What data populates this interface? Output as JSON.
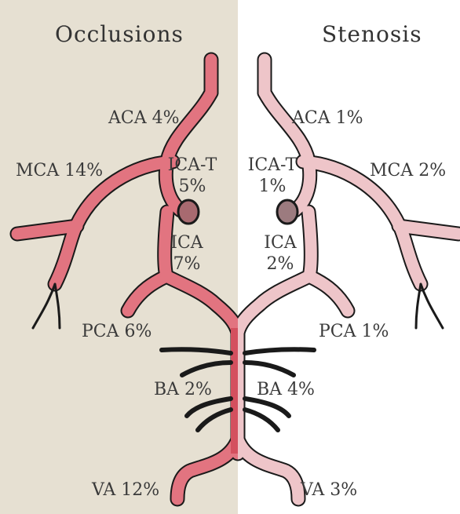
{
  "headers": {
    "left": "Occlusions",
    "right": "Stenosis"
  },
  "occlusions": {
    "aca": "ACA 4%",
    "mca": "MCA 14%",
    "ica_t_name": "ICA-T",
    "ica_t_value": "5%",
    "ica_name": "ICA",
    "ica_value": "7%",
    "pca": "PCA 6%",
    "ba": "BA 2%",
    "va": "VA 12%"
  },
  "stenosis": {
    "aca": "ACA 1%",
    "mca": "MCA 2%",
    "ica_t_name": "ICA-T",
    "ica_t_value": "1%",
    "ica_name": "ICA",
    "ica_value": "2%",
    "pca": "PCA 1%",
    "ba": "BA 4%",
    "va": "VA 3%"
  },
  "colors": {
    "occlusion_panel": "#e6e0d2",
    "occlusion_vessel": "#e27480",
    "occlusion_vessel_dark": "#d4505f",
    "stenosis_vessel": "#eec5c9",
    "outline": "#1a1a1a",
    "ica_lumen_left": "#a86a70",
    "ica_lumen_right": "#9c7b7f"
  }
}
